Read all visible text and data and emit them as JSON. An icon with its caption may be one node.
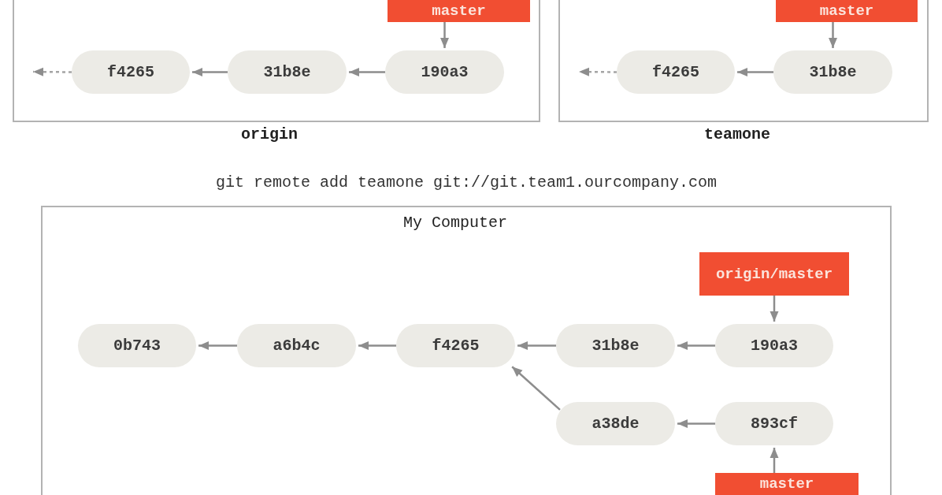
{
  "diagram": {
    "nodes": [
      {
        "text": [
          "origin"
        ]
      },
      {
        "text": [
          "master"
        ],
        "in": 0
      },
      {
        "text": [
          "f4265"
        ],
        "in": 0
      },
      {
        "text": [
          "31b8e"
        ],
        "in": 0
      },
      {
        "text": [
          "190a3"
        ],
        "in": 0
      },
      {
        "text": [
          "teamone"
        ]
      },
      {
        "text": [
          "master"
        ],
        "in": 5
      },
      {
        "text": [
          "f4265"
        ],
        "in": 5
      },
      {
        "text": [
          "31b8e"
        ],
        "in": 5
      },
      {
        "text": [
          "My Computer"
        ]
      },
      {
        "text": [
          "origin/master"
        ],
        "in": 9
      },
      {
        "text": [
          "0b743"
        ],
        "in": 9
      },
      {
        "text": [
          "a6b4c"
        ],
        "in": 9
      },
      {
        "text": [
          "f4265"
        ],
        "in": 9
      },
      {
        "text": [
          "31b8e"
        ],
        "in": 9
      },
      {
        "text": [
          "190a3"
        ],
        "in": 9
      },
      {
        "text": [
          "a38de"
        ],
        "in": 9
      },
      {
        "text": [
          "893cf"
        ],
        "in": 9
      },
      {
        "text": [
          "master"
        ],
        "in": 9
      }
    ],
    "edges": [
      {
        "from": 1,
        "to": 4,
        "arrow": "to"
      },
      {
        "from": 4,
        "to": 3,
        "arrow": "to"
      },
      {
        "from": 3,
        "to": 2,
        "arrow": "to"
      },
      {
        "from": 2,
        "to": null,
        "arrow": "to",
        "style": "dashed"
      },
      {
        "from": 6,
        "to": 8,
        "arrow": "to"
      },
      {
        "from": 8,
        "to": 7,
        "arrow": "to"
      },
      {
        "from": 7,
        "to": null,
        "arrow": "to",
        "style": "dashed"
      },
      {
        "from": 10,
        "to": 15,
        "arrow": "to"
      },
      {
        "from": 15,
        "to": 14,
        "arrow": "to"
      },
      {
        "from": 14,
        "to": 13,
        "arrow": "to"
      },
      {
        "from": 13,
        "to": 12,
        "arrow": "to"
      },
      {
        "from": 12,
        "to": 11,
        "arrow": "to"
      },
      {
        "from": 17,
        "to": 16,
        "arrow": "to"
      },
      {
        "from": 16,
        "to": 13,
        "arrow": "to"
      },
      {
        "from": 18,
        "to": 17,
        "arrow": "to"
      }
    ],
    "labels": [
      "git remote add teamone git://git.team1.ourcompany.com"
    ]
  }
}
